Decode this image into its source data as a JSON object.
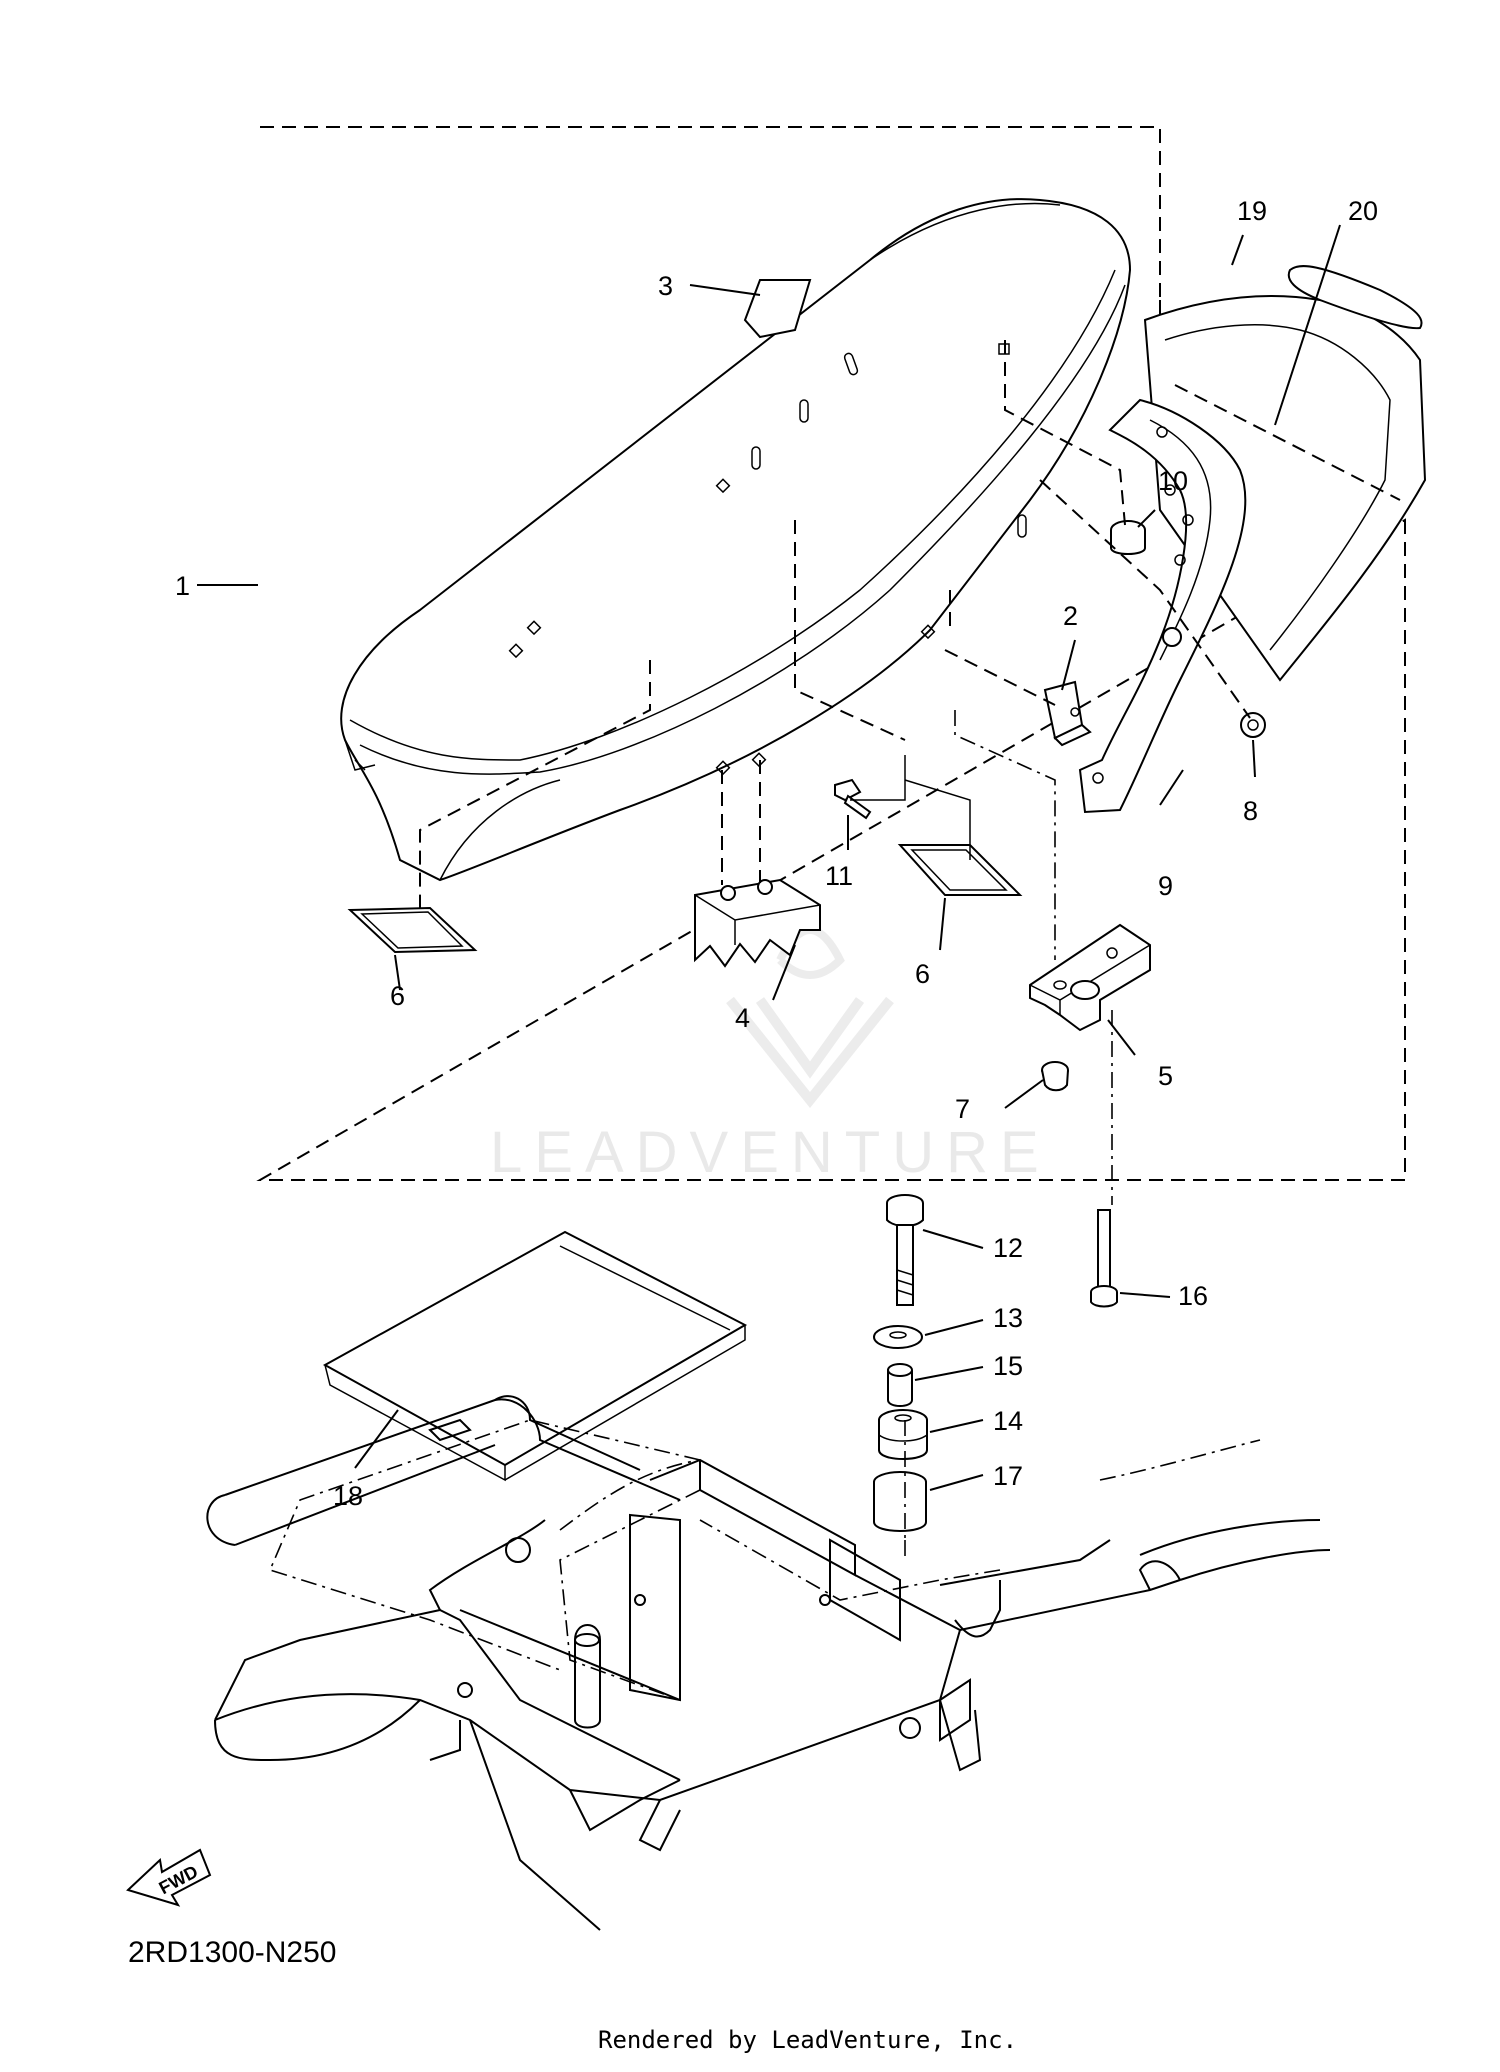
{
  "callouts": {
    "c1": "1",
    "c2": "2",
    "c3": "3",
    "c4": "4",
    "c5": "5",
    "c6a": "6",
    "c6b": "6",
    "c7": "7",
    "c8": "8",
    "c9": "9",
    "c10": "10",
    "c11": "11",
    "c12": "12",
    "c13": "13",
    "c14": "14",
    "c15": "15",
    "c16": "16",
    "c17": "17",
    "c18": "18",
    "c19": "19",
    "c20": "20"
  },
  "diagram_code": "2RD1300-N250",
  "fwd_label": "FWD",
  "watermark": "LEADVENTURE",
  "footer": "Rendered by LeadVenture, Inc."
}
